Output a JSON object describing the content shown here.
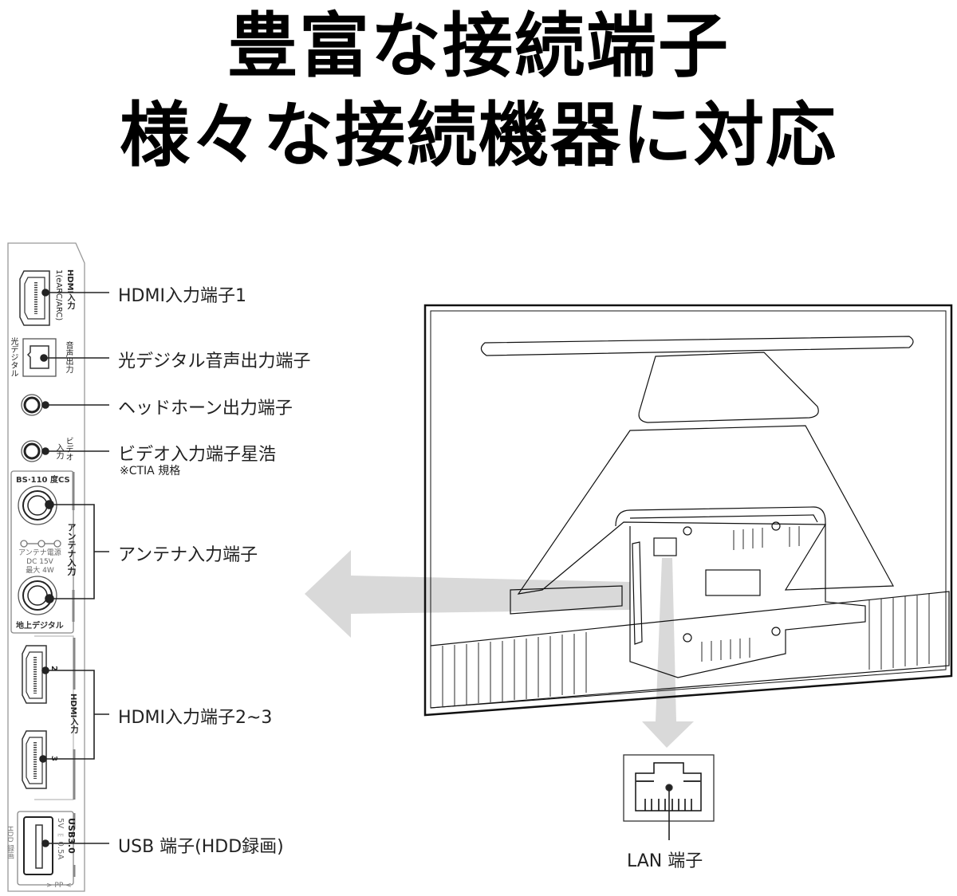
{
  "headline": {
    "line1": "豊富な接続端子",
    "line2": "様々な接続機器に対応"
  },
  "callouts": [
    {
      "id": "hdmi1",
      "label": "HDMI入力端子1"
    },
    {
      "id": "optical",
      "label": "光デジタル音声出力端子"
    },
    {
      "id": "headphone",
      "label": "ヘッドホーン出力端子"
    },
    {
      "id": "video",
      "label": "ビデオ入力端子星浩",
      "note": "※CTIA 規格"
    },
    {
      "id": "antenna",
      "label": "アンテナ入力端子"
    },
    {
      "id": "hdmi23",
      "label": "HDMI入力端子2~3"
    },
    {
      "id": "usb",
      "label": "USB 端子(HDD録画)"
    },
    {
      "id": "lan",
      "label": "LAN 端子"
    }
  ],
  "panel": {
    "hdmi1_text_a": "HDMI入力",
    "hdmi1_text_b": "1(eARC/ARC)",
    "optical_right": "音声出力",
    "optical_left": "光デジタル",
    "video_text_a": "ビデオ",
    "video_text_b": "入力",
    "bs_cs": "BS·110 度CS",
    "antenna_vertical": "アンテナ入力",
    "antenna_power": "アンテナ電源",
    "antenna_dc": "DC 15V",
    "antenna_max": "最大 4W",
    "terrestrial": "地上デジタル",
    "hdmi2_num": "2",
    "hdmi3_num": "3",
    "hdmi_vertical": "HDMI入力",
    "usb_title": "USB3.0",
    "usb_spec": "5V ⎓ 0.5A",
    "hdd_rec": "HDD 録画",
    "pp_mark": "> PP <"
  },
  "colors": {
    "arrow": "#d9d9d9",
    "line": "#222222",
    "panel_border": "#999999"
  }
}
